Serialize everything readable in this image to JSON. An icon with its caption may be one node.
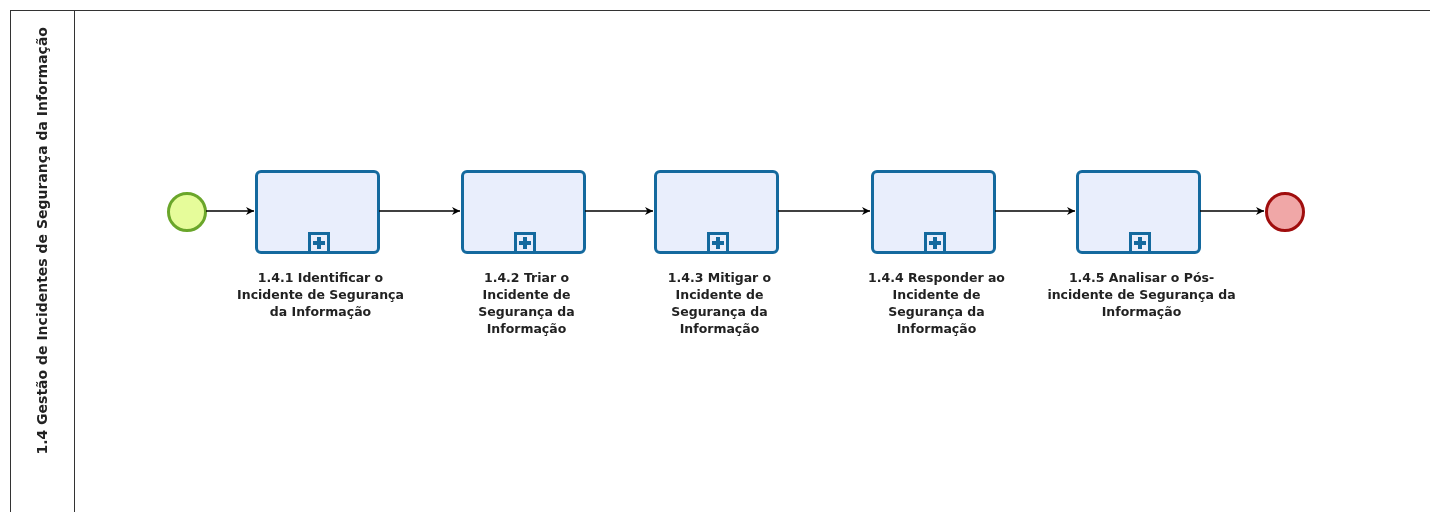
{
  "diagram": {
    "nodes": [
      {
        "text": [
          "1.4 Gestão de Incidentes de Segurança da Informação"
        ]
      },
      {
        "text": [],
        "shape": "circle",
        "in": 0
      },
      {
        "text": [
          "1.4.1 Identificar o Incidente de Segurança da Informação"
        ],
        "in": 0
      },
      {
        "text": [
          "1.4.2 Triar o Incidente de Segurança da Informação"
        ],
        "in": 0
      },
      {
        "text": [
          "1.4.3 Mitigar o Incidente de Segurança da Informação"
        ],
        "in": 0
      },
      {
        "text": [
          "1.4.4 Responder ao Incidente de Segurança da Informação"
        ],
        "in": 0
      },
      {
        "text": [
          "1.4.5 Analisar o Pós-incidente de Segurança da Informação"
        ],
        "in": 0
      },
      {
        "text": [],
        "shape": "circle",
        "in": 0
      }
    ],
    "edges": [
      {
        "from": 1,
        "to": 2,
        "arrow": "to"
      },
      {
        "from": 2,
        "to": 3,
        "arrow": "to"
      },
      {
        "from": 3,
        "to": 4,
        "arrow": "to"
      },
      {
        "from": 4,
        "to": 5,
        "arrow": "to"
      },
      {
        "from": 5,
        "to": 6,
        "arrow": "to"
      },
      {
        "from": 6,
        "to": 7,
        "arrow": "to"
      }
    ]
  }
}
